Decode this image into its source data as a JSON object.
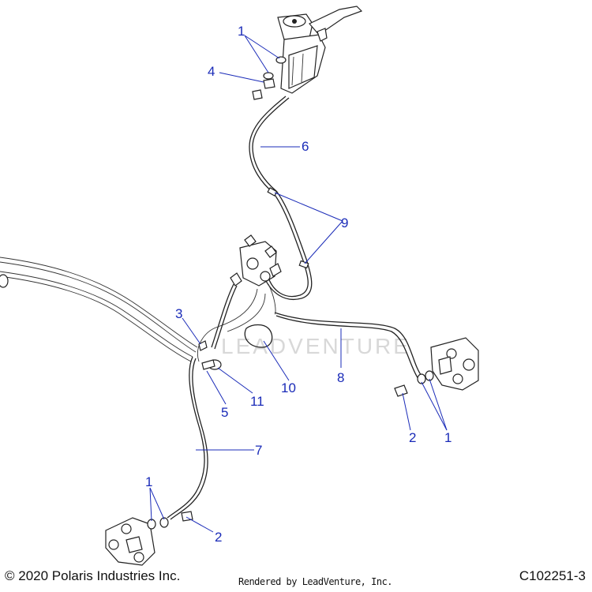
{
  "callouts": [
    {
      "id": "c1-top",
      "label": "1"
    },
    {
      "id": "c4",
      "label": "4"
    },
    {
      "id": "c6",
      "label": "6"
    },
    {
      "id": "c9",
      "label": "9"
    },
    {
      "id": "c3",
      "label": "3"
    },
    {
      "id": "c8",
      "label": "8"
    },
    {
      "id": "c10",
      "label": "10"
    },
    {
      "id": "c11",
      "label": "11"
    },
    {
      "id": "c5",
      "label": "5"
    },
    {
      "id": "c2-right",
      "label": "2"
    },
    {
      "id": "c1-right",
      "label": "1"
    },
    {
      "id": "c7",
      "label": "7"
    },
    {
      "id": "c1-bottom",
      "label": "1"
    },
    {
      "id": "c2-bottom",
      "label": "2"
    }
  ],
  "watermark": "LEADVENTURE",
  "footer": {
    "copyright": "© 2020 Polaris Industries Inc.",
    "rendered_by": "Rendered by LeadVenture, Inc.",
    "diagram_id": "C102251-3"
  },
  "colors": {
    "callout": "#1a2bb8",
    "line_art": "#222222"
  }
}
